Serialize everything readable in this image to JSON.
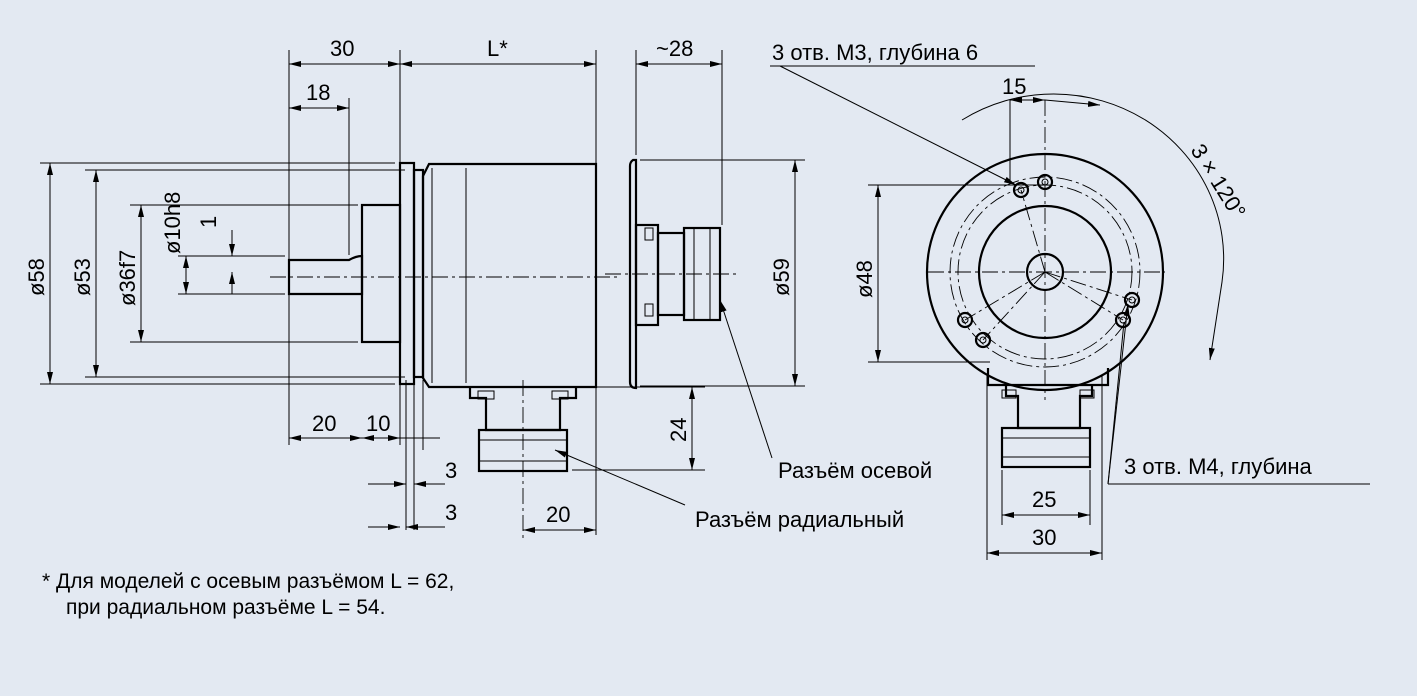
{
  "dimensions": {
    "top_30": "30",
    "top_L": "L*",
    "top_28": "~28",
    "d_18": "18",
    "d_58": "ø58",
    "d_53": "ø53",
    "d_36": "ø36f7",
    "d_10": "ø10h8",
    "d_1": "1",
    "bot_20": "20",
    "bot_10": "10",
    "bot_3a": "3",
    "bot_3b": "3",
    "conn_20": "20",
    "d_24": "24",
    "d_59": "ø59",
    "d_48": "ø48",
    "d_15": "15",
    "angle": "3 × 120°",
    "d_25": "25",
    "d_30b": "30"
  },
  "labels": {
    "m3_holes": "3 отв. M3, глубина 6",
    "m4_holes": "3 отв. M4, глубина",
    "axial": "Разъём осевой",
    "radial": "Разъём радиальный"
  },
  "footnote": {
    "line1": "*  Для моделей с осевым разъёмом L = 62,",
    "line2": "при радиальном разъёме L = 54."
  }
}
